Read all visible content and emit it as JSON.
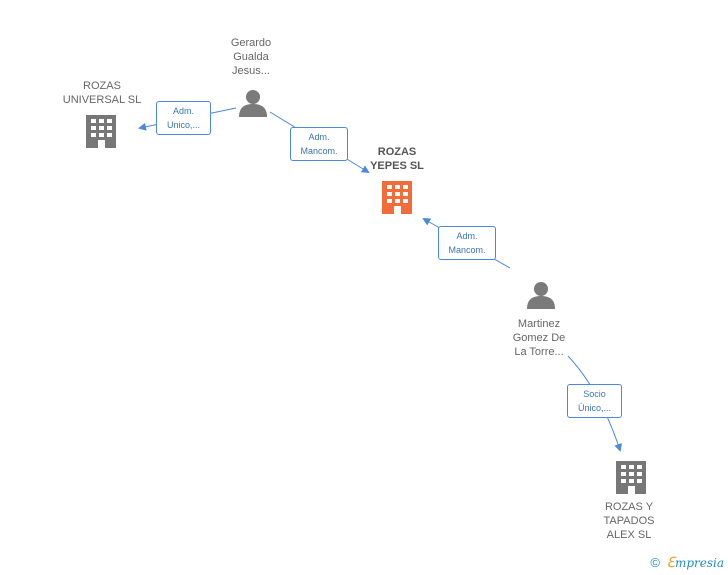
{
  "nodes": {
    "rozas_universal": {
      "label": "ROZAS\nUNIVERSAL SL",
      "type": "company"
    },
    "gerardo": {
      "label": "Gerardo\nGualda\nJesus...",
      "type": "person"
    },
    "rozas_yepes": {
      "label": "ROZAS\nYEPES SL",
      "type": "company-focus"
    },
    "martinez": {
      "label": "Martinez\nGomez De\nLa Torre...",
      "type": "person"
    },
    "rozas_tapados": {
      "label": "ROZAS Y\nTAPADOS\nALEX SL",
      "type": "company"
    }
  },
  "edges": {
    "gerardo_to_universal": {
      "label": "Adm.\nUnico,..."
    },
    "gerardo_to_yepes": {
      "label": "Adm.\nMancom."
    },
    "martinez_to_yepes": {
      "label": "Adm.\nMancom."
    },
    "martinez_to_tapados": {
      "label": "Socio\nÚnico,..."
    }
  },
  "colors": {
    "company_icon": "#777777",
    "focus_company_icon": "#f26b3a",
    "person_icon": "#7a7a7a",
    "edge": "#4a89dc"
  },
  "footer": {
    "copyright": "©",
    "brand_initial": "ℇ",
    "brand_rest": "mpresia"
  }
}
